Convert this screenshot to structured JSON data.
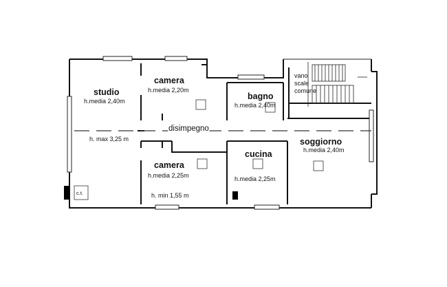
{
  "plan": {
    "rooms": [
      {
        "name": "studio",
        "detail": "h.media 2,40m"
      },
      {
        "name": "camera",
        "detail": "h.media 2,20m"
      },
      {
        "name": "bagno",
        "detail": "h.media 2,40m"
      },
      {
        "name": "camera",
        "detail": "h.media 2,25m"
      },
      {
        "name": "cucina",
        "detail": "h.media 2,25m"
      },
      {
        "name": "soggiorno",
        "detail": "h.media 2,40m"
      }
    ],
    "corridor": "disimpegno",
    "height_max": "h. max 3,25 m",
    "height_min": "h. min 1,55 m",
    "stair": [
      "vano",
      "scale",
      "comune"
    ],
    "boiler": "c.t."
  }
}
